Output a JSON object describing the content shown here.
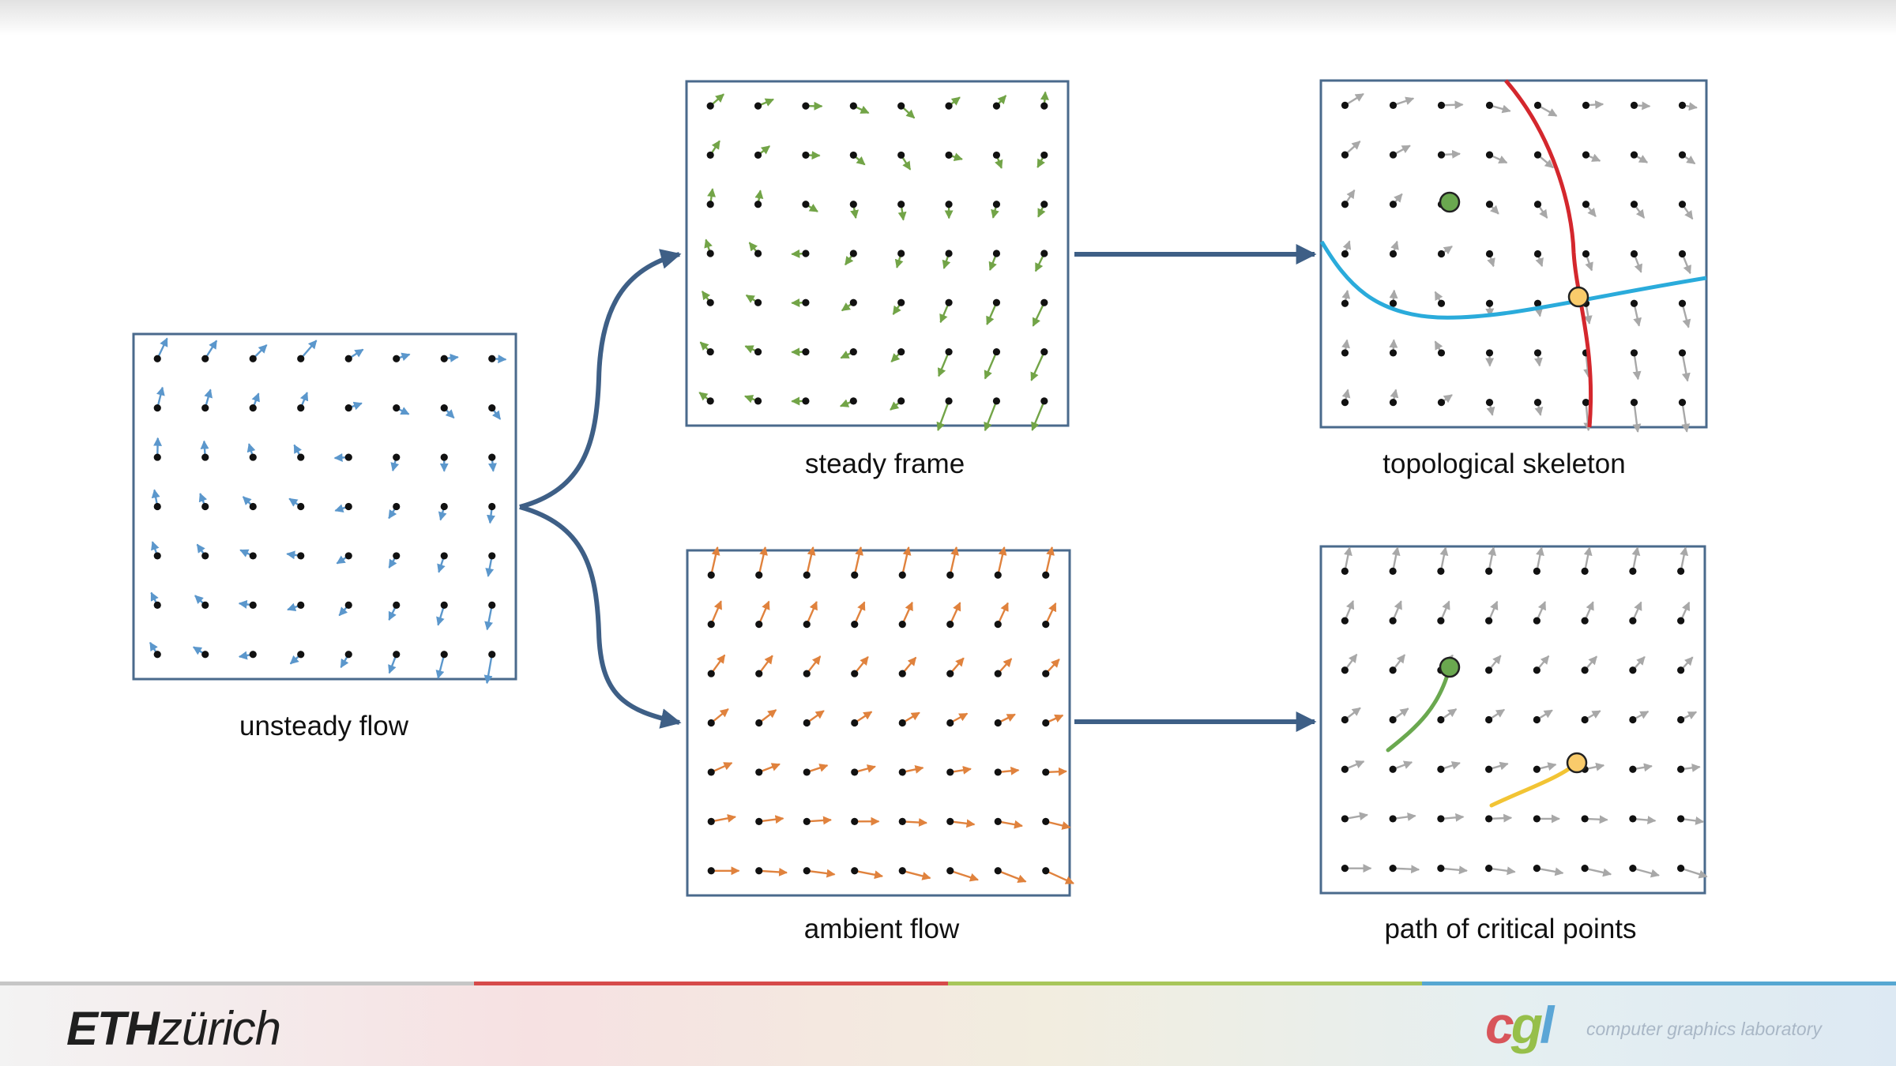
{
  "captions": {
    "unsteady_flow": "unsteady flow",
    "steady_frame": "steady frame",
    "topological_skeleton": "topological skeleton",
    "ambient_flow": "ambient flow",
    "path_of_critical_points": "path of critical points"
  },
  "colors": {
    "panel_border": "#4a6a8c",
    "connector_arrow": "#3e5f86",
    "unsteady_vectors": "#5b97cc",
    "steady_vectors": "#72a447",
    "ambient_vectors": "#e0823d",
    "skeleton_vectors": "#a8a8a8",
    "separatrix_red": "#d4272d",
    "separatrix_blue": "#2aabdb",
    "center_point": "#6aa84f",
    "saddle_point": "#f9cb6b",
    "path_green": "#6aa84f",
    "path_yellow": "#f2c434",
    "grid_dot": "#111111"
  },
  "footer": {
    "eth_bold": "ETH",
    "eth_italic": "zürich",
    "cgl_c": "c",
    "cgl_g": "g",
    "cgl_l": "l",
    "cgl_text": "computer graphics laboratory"
  }
}
